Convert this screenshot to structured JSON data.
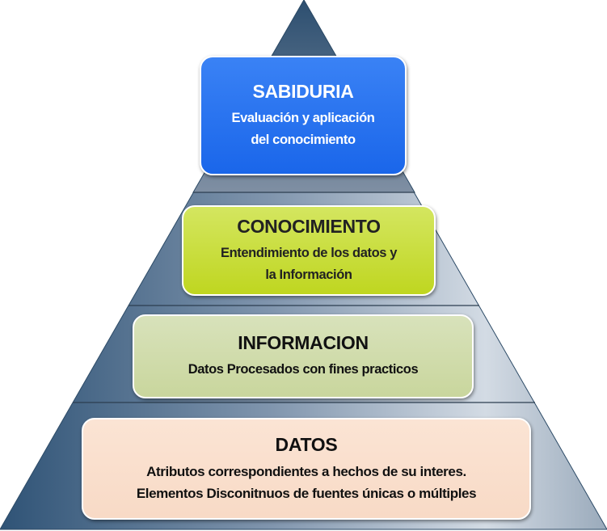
{
  "levels": [
    {
      "title": "SABIDURIA",
      "lines": [
        "Evaluación y aplicación",
        "del conocimiento"
      ],
      "color": "#2a70e8"
    },
    {
      "title": "CONOCIMIENTO",
      "lines": [
        "Entendimiento de los datos y",
        "la Información"
      ],
      "color": "#c8dc3c"
    },
    {
      "title": "INFORMACION",
      "lines": [
        "Datos Procesados con fines practicos"
      ],
      "color": "#d3deb0"
    },
    {
      "title": "DATOS",
      "lines": [
        "Atributos correspondientes a hechos de su interes.",
        "Elementos Disconitnuos de fuentes únicas o múltiples"
      ],
      "color": "#fadfcc"
    }
  ]
}
